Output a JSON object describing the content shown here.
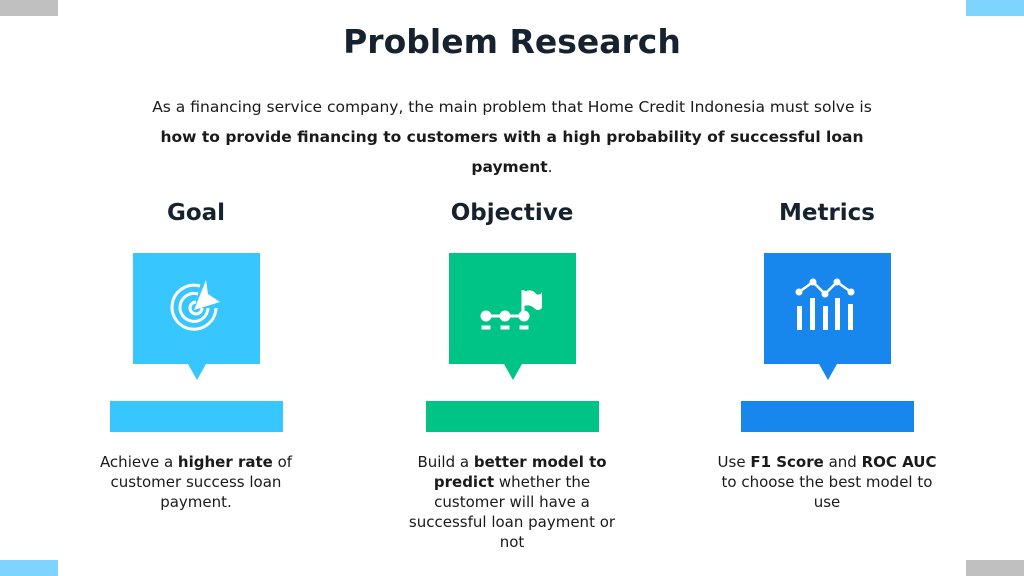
{
  "title": "Problem Research",
  "intro": {
    "prefix": "As a financing service company, the main problem that Home Credit Indonesia must solve is ",
    "bold": "how to provide financing to customers with a high probability of successful loan payment",
    "suffix": "."
  },
  "columns": [
    {
      "heading": "Goal",
      "icon": "target-icon",
      "color": "#38c6ff",
      "desc": [
        {
          "t": "Achieve a ",
          "b": false
        },
        {
          "t": "higher rate",
          "b": true
        },
        {
          "t": " of customer success loan payment.",
          "b": false
        }
      ]
    },
    {
      "heading": "Objective",
      "icon": "milestone-flag-icon",
      "color": "#00c386",
      "desc": [
        {
          "t": "Build a ",
          "b": false
        },
        {
          "t": "better model to predict",
          "b": true
        },
        {
          "t": " whether the customer will have a successful loan payment or not",
          "b": false
        }
      ]
    },
    {
      "heading": "Metrics",
      "icon": "bar-chart-icon",
      "color": "#1787ee",
      "desc": [
        {
          "t": "Use ",
          "b": false
        },
        {
          "t": "F1 Score",
          "b": true
        },
        {
          "t": " and ",
          "b": false
        },
        {
          "t": "ROC AUC",
          "b": true
        },
        {
          "t": " to choose the best model to use",
          "b": false
        }
      ]
    }
  ]
}
